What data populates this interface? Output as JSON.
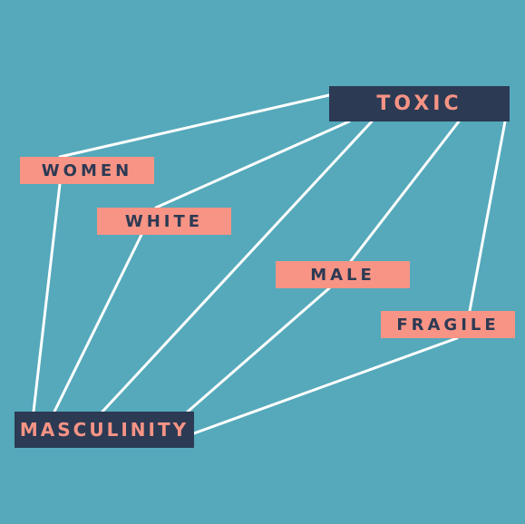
{
  "colors": {
    "background": "#55a9bb",
    "line": "#ffffff",
    "light_box": "#f79485",
    "light_text": "#2c3a54",
    "dark_box": "#2c3a54",
    "dark_text": "#f79485"
  },
  "nodes": {
    "toxic": "TOXIC",
    "women": "WOMEN",
    "white": "WHITE",
    "male": "MALE",
    "fragile": "FRAGILE",
    "masculinity": "MASCULINITY"
  }
}
